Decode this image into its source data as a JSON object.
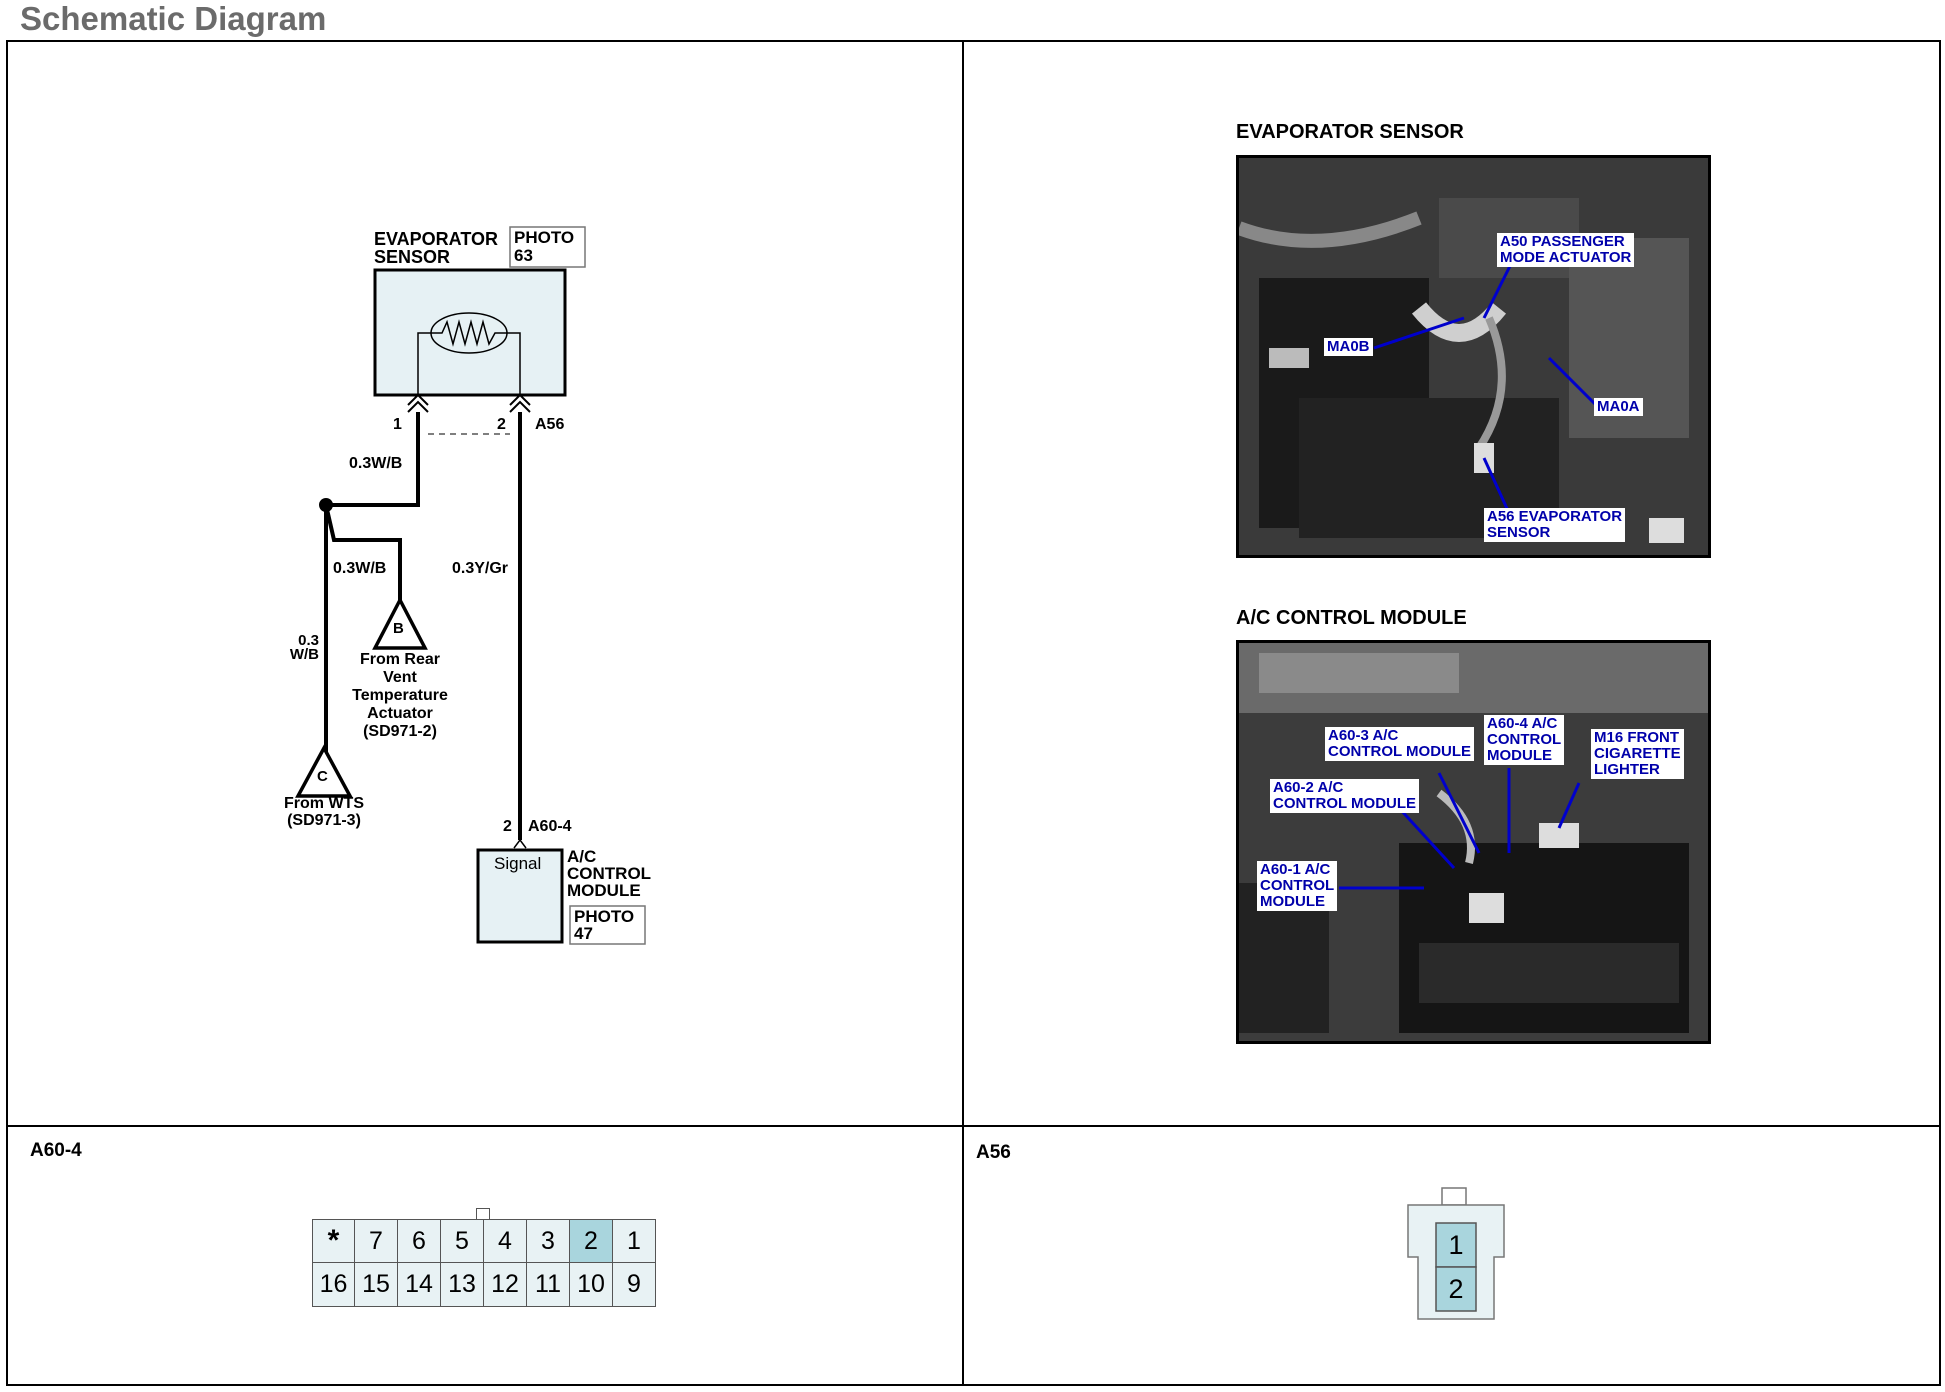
{
  "page_title": "Schematic Diagram",
  "schematic": {
    "evap_sensor_name_line1": "EVAPORATOR",
    "evap_sensor_name_line2": "SENSOR",
    "evap_photo_line1": "PHOTO",
    "evap_photo_line2": "63",
    "pin1": "1",
    "pin2": "2",
    "connector_a56": "A56",
    "wire_top_left": "0.3W/B",
    "wire_branch": "0.3W/B",
    "wire_signal": "0.3Y/Gr",
    "wire_left_line1": "0.3",
    "wire_left_line2": "W/B",
    "tri_b": "B",
    "tri_b_text": [
      "From Rear",
      "Vent",
      "Temperature",
      "Actuator",
      "(SD971-2)"
    ],
    "tri_c": "C",
    "tri_c_text": [
      "From WTS",
      "(SD971-3)"
    ],
    "module_pin": "2",
    "module_connector": "A60-4",
    "module_signal": "Signal",
    "module_name": [
      "A/C",
      "CONTROL",
      "MODULE"
    ],
    "module_photo_line1": "PHOTO",
    "module_photo_line2": "47"
  },
  "photos": {
    "evap_title": "EVAPORATOR SENSOR",
    "evap_tags": {
      "a50": [
        "A50 PASSENGER",
        "MODE ACTUATOR"
      ],
      "ma0b": "MA0B",
      "ma0a": "MA0A",
      "a56": [
        "A56 EVAPORATOR",
        "SENSOR"
      ]
    },
    "ac_title": "A/C CONTROL MODULE",
    "ac_tags": {
      "a603": [
        "A60-3  A/C",
        "CONTROL MODULE"
      ],
      "a604": [
        "A60-4  A/C",
        "CONTROL",
        "MODULE"
      ],
      "m16": [
        "M16 FRONT",
        "CIGARETTE",
        "LIGHTER"
      ],
      "a602": [
        "A60-2  A/C",
        "CONTROL MODULE"
      ],
      "a601": [
        "A60-1 A/C",
        "CONTROL",
        "MODULE"
      ]
    }
  },
  "connector_a604": {
    "label": "A60-4",
    "top_row": [
      "*",
      "7",
      "6",
      "5",
      "4",
      "3",
      "2",
      "1"
    ],
    "bottom_row": [
      "16",
      "15",
      "14",
      "13",
      "12",
      "11",
      "10",
      "9"
    ],
    "highlight": "2"
  },
  "connector_a56": {
    "label": "A56",
    "pins": [
      "1",
      "2"
    ]
  }
}
